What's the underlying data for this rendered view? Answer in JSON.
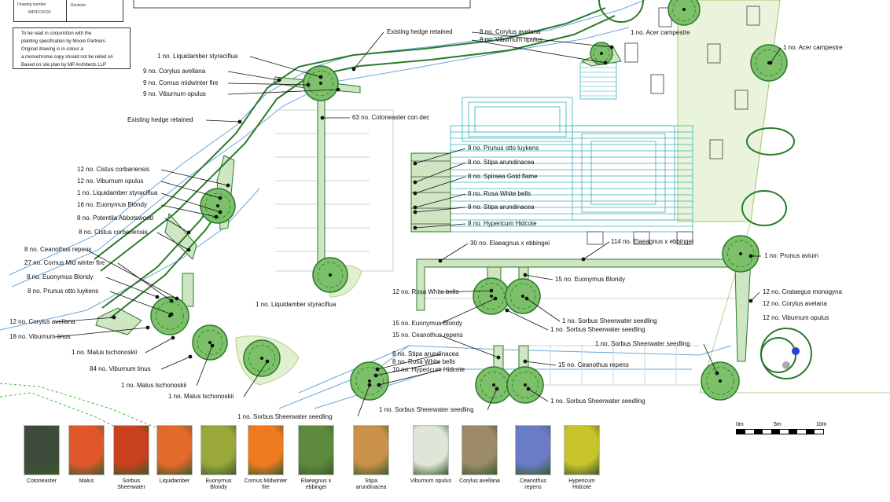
{
  "titleblock": {
    "drawing_number_label": "Drawing number",
    "drawing_number": "MP/FOX/02",
    "revision_label": "Revision"
  },
  "notes": [
    "To be read in conjunction with the",
    "planting specification by Moore Partners",
    "Original drawing is in colour a",
    "a monochrome copy should not be relied on",
    "Based on site plan by MP Architects LLP"
  ],
  "labels": {
    "hedge_top": "Existing hedge retained",
    "hedge_left": "Existing hedge retained",
    "cotoneaster": "63 no. Cotoneaster con dec",
    "l_lq1": "1 no. Liquidamber styraciflua",
    "l_cor1": "9 no. Corylus avellana",
    "l_cm1": "9 no. Cornus midwinter fire",
    "l_vo1": "9 no. Viburnum opulus",
    "l_cc1": "12 no. Cistus corbariensis",
    "l_vo2": "12 no. Viburnum opulus",
    "l_lq2": "1 no. Liquidamber styracifiua",
    "l_eb1": "16 no. Euonymus Blondy",
    "l_pa": "8 no. Potentila Abbotswood",
    "l_cc2": "8 no. Cistus corbariensis",
    "l_cr1": "8 no. Ceanothus repens",
    "l_cm2": "27 no. Cornus Mid winter fire",
    "l_eb2": "8 no. Euonymus Blondy",
    "l_po1": "8 no. Prunus otto luykens",
    "l_ca1": "12 no. Corylus avellana",
    "l_vt1": "18 no. Viburnum tinus",
    "l_mt1": "1 no. Malus tschonoskii",
    "l_vt2": "84 no. Viburnum tinus",
    "l_mt2": "1 no. Malus tschonoskii",
    "l_mt3": "1 no. Malus tschonoskii",
    "l_lq3": "1 no. Liquidamber styraciflua",
    "l_ca2": "8 no. Corylus avelana",
    "l_vo3": "8 no. Viburnum opulus",
    "l_ac1": "1 no. Acer campestre",
    "l_ac2": "1 no. Acer campestre",
    "b_po": "8 no. Prunus otto luykens",
    "b_sa1": "8 no. Stipa arundinacea",
    "b_sg": "8 no. Spiraea Gold flame",
    "b_rw": "8 no. Rosa White bells",
    "b_sa2": "8 no. Stipa arundinacea",
    "b_hh": "8 no. Hypericum Hidcote",
    "e30": "30 no. Elaeagnus x ebbingei",
    "e114": "114 no. Elaeagnus x ebbingei",
    "pa": "1 no. Prunus avium",
    "eb15": "15 no. Euonymus Blondy",
    "rw12": "12 no. Rosa White bells",
    "eb15b": "15 no. Euonymus Blondy",
    "ss1": "1 no. Sorbus Sheerwater seedling",
    "ss2": "1 no. Sorbus Sheerwater seedling",
    "cm12": "12 no. Crataegus monogyna",
    "ca12": "12 no. Corylus avelana",
    "vo12": "12 no. Viburnum opulus",
    "cr15a": "15 no. Ceanothus repens",
    "ss3": "1 no. Sorbus Sheerwater seedling",
    "sa8": "8 no. Stipa arundinacea",
    "rw8": "8 no. Rosa White bells",
    "hh10": "10 no. Hypericum Hidcote",
    "cr15b": "15 no. Ceanothus repens",
    "ss4": "1 no. Sorbus Sheerwater seedling",
    "ss5": "1 no. Sorbus Sheerwater seedling",
    "ss6": "1 no. Sorbus Sheerwater seedling"
  },
  "scale": {
    "t0": "0m",
    "t5": "5m",
    "t10": "10m"
  },
  "legend": [
    {
      "name": "Cotoneaster",
      "color": "#3e4a3a"
    },
    {
      "name": "Malus",
      "color": "#e0582a"
    },
    {
      "name": "Sorbus Sheerwater",
      "color": "#c8401e"
    },
    {
      "name": "Liquidamber",
      "color": "#e26a2a"
    },
    {
      "name": "Euonymus Blondy",
      "color": "#9aa83a"
    },
    {
      "name": "Cornus Midwinter fire",
      "color": "#f07a20"
    },
    {
      "name": "Elaeagnus x ebbingei",
      "color": "#5d8a3c"
    },
    {
      "name": "Stipa arundinacea",
      "color": "#c9914a"
    },
    {
      "name": "Viburnum opulus",
      "color": "#dfe6d8"
    },
    {
      "name": "Corylus avellana",
      "color": "#9c8a6a"
    },
    {
      "name": "Ceanothus repens",
      "color": "#6a7cc8"
    },
    {
      "name": "Hypericum Hidcote",
      "color": "#c8c42a"
    }
  ]
}
